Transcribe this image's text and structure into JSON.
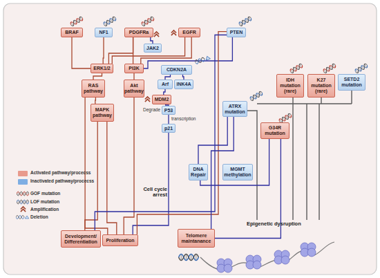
{
  "diagram": {
    "nodes": [
      {
        "text": [
          "BRAF"
        ]
      },
      {
        "text": [
          "NF1"
        ]
      },
      {
        "text": [
          "PDGFRa"
        ]
      },
      {
        "text": [
          "EGFR"
        ]
      },
      {
        "text": [
          "PTEN"
        ]
      },
      {
        "text": [
          "JAK2"
        ]
      },
      {
        "text": [
          "ERK1/2"
        ]
      },
      {
        "text": [
          "PI3K"
        ]
      },
      {
        "text": [
          "CDKN2A"
        ]
      },
      {
        "text": [
          "Arf"
        ]
      },
      {
        "text": [
          "INK4A"
        ]
      },
      {
        "text": [
          "RAS pathway"
        ]
      },
      {
        "text": [
          "Akt pathway"
        ]
      },
      {
        "text": [
          "MDM2"
        ]
      },
      {
        "text": [
          "P53"
        ]
      },
      {
        "text": [
          "p21"
        ]
      },
      {
        "text": [
          "MAPK pathway"
        ]
      },
      {
        "text": [
          "IDH mutation (rare)"
        ]
      },
      {
        "text": [
          "K27 mutation (rare)"
        ]
      },
      {
        "text": [
          "SETD2 mutation"
        ]
      },
      {
        "text": [
          "ATRX mutation"
        ]
      },
      {
        "text": [
          "G34R mutation"
        ]
      },
      {
        "text": [
          "DNA Repair"
        ]
      },
      {
        "text": [
          "MGMT methylation"
        ]
      },
      {
        "text": [
          "Development/ Differentiation"
        ]
      },
      {
        "text": [
          "Proliferation"
        ]
      },
      {
        "text": [
          "Telomere maintanance"
        ]
      }
    ],
    "edges": [
      {
        "from": 0,
        "to": 6,
        "arrow": "none"
      },
      {
        "from": 1,
        "to": 6,
        "arrow": "none"
      },
      {
        "from": 2,
        "to": 6,
        "arrow": "none"
      },
      {
        "from": 2,
        "to": 7,
        "arrow": "none"
      },
      {
        "from": 2,
        "to": 5,
        "arrow": "none"
      },
      {
        "from": 3,
        "to": 6,
        "arrow": "none"
      },
      {
        "from": 3,
        "to": 7,
        "arrow": "none"
      },
      {
        "from": 4,
        "to": 7,
        "arrow": "none"
      },
      {
        "from": 6,
        "to": 11,
        "arrow": "none"
      },
      {
        "from": 7,
        "to": 12,
        "arrow": "none"
      },
      {
        "from": 8,
        "to": 9,
        "arrow": "none"
      },
      {
        "from": 8,
        "to": 10,
        "arrow": "none"
      },
      {
        "from": 9,
        "to": 13,
        "arrow": "none"
      },
      {
        "from": 13,
        "to": 14,
        "label": "Degrade",
        "arrow": "none"
      },
      {
        "from": 14,
        "to": 15,
        "label": "transcription",
        "arrow": "none"
      },
      {
        "from": 15,
        "to": 25,
        "arrow": "none"
      },
      {
        "from": 11,
        "to": 25,
        "arrow": "none"
      },
      {
        "from": 16,
        "to": 24,
        "arrow": "none"
      },
      {
        "from": 16,
        "to": 25,
        "arrow": "none"
      },
      {
        "from": 12,
        "to": 25,
        "arrow": "none"
      },
      {
        "from": 4,
        "to": 25,
        "arrow": "none"
      },
      {
        "from": 4,
        "to": 24,
        "arrow": "none"
      },
      {
        "from": 20,
        "to": 22,
        "arrow": "none"
      },
      {
        "from": 20,
        "to": 26,
        "arrow": "none"
      },
      {
        "from": 21,
        "to": 22,
        "arrow": "none"
      },
      {
        "from": 21,
        "to": 26,
        "arrow": "none"
      },
      {
        "from": 11,
        "to": 16,
        "arrow": "none"
      }
    ],
    "labels": [
      "Cell cycle arrest",
      "Epigenetic dysruption"
    ],
    "legend": [
      {
        "text": "Activated pathway/procecss",
        "color": "#e89a8c"
      },
      {
        "text": "Inactivated pathway/procecss",
        "color": "#7eaee3"
      },
      {
        "text": "GOF mutation"
      },
      {
        "text": "LOF mutation"
      },
      {
        "text": "Amplification"
      },
      {
        "text": "Deletion"
      }
    ]
  }
}
